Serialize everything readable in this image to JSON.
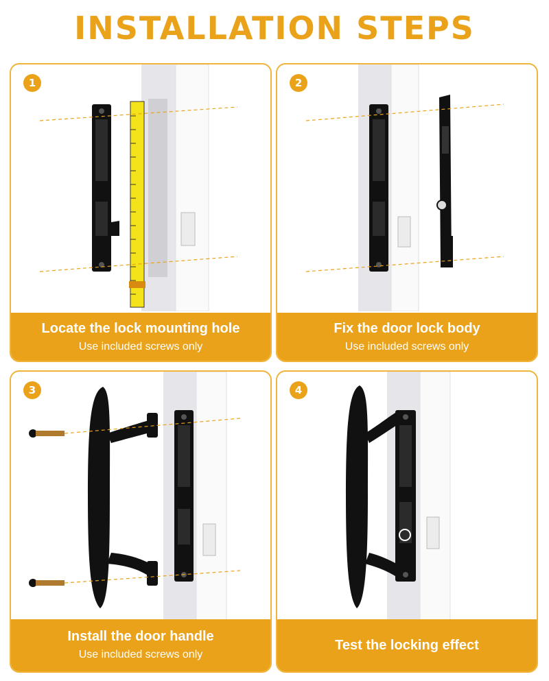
{
  "header": {
    "title": "INSTALLATION STEPS"
  },
  "colors": {
    "accent": "#eaa21a",
    "hardware": "#111111",
    "frame": "#e9e9ec"
  },
  "steps": [
    {
      "number": "1",
      "title": "Locate the lock mounting hole",
      "subtitle": "Use included screws only"
    },
    {
      "number": "2",
      "title": "Fix the door lock body",
      "subtitle": "Use included screws only"
    },
    {
      "number": "3",
      "title": "Install the door handle",
      "subtitle": "Use included screws only"
    },
    {
      "number": "4",
      "title": "Test the locking effect"
    }
  ]
}
